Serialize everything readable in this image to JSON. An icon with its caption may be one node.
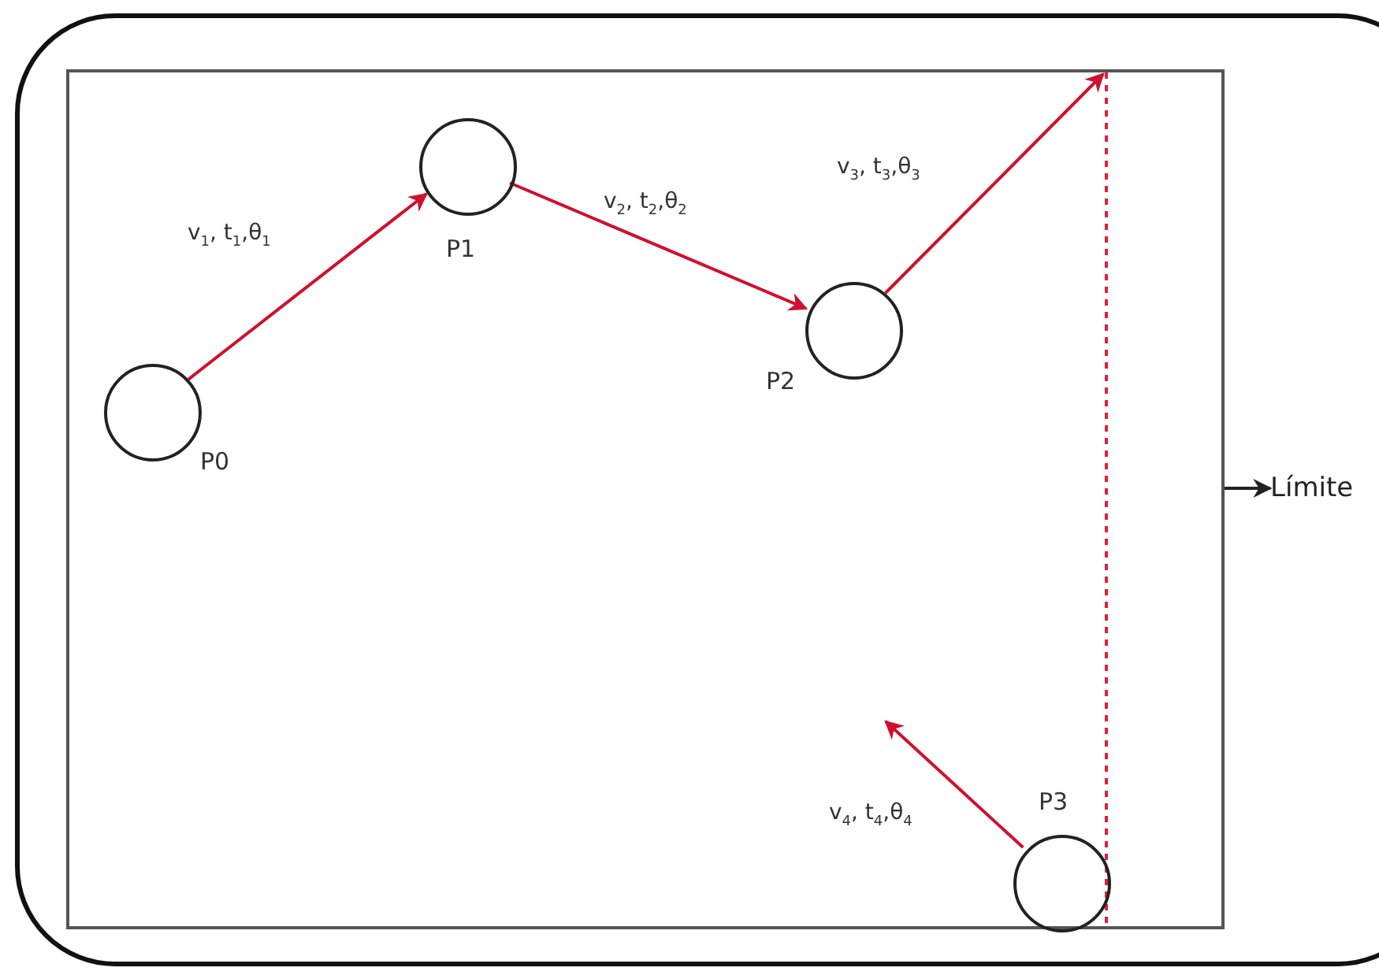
{
  "diagram": {
    "nodes": [
      {
        "text": [],
        "shape": "box"
      },
      {
        "text": [
          "P0"
        ],
        "in": 0
      },
      {
        "text": [
          "P1"
        ],
        "in": 0
      },
      {
        "text": [
          "P2"
        ],
        "in": 0
      },
      {
        "text": [
          "P3"
        ],
        "in": 0
      },
      {
        "text": [
          "Límite"
        ]
      }
    ],
    "edges": [
      {
        "from": 1,
        "to": 2,
        "arrow": "to",
        "label": "v$_{1}$, t$_{1}$,θ$_{1}$"
      },
      {
        "from": 2,
        "to": 3,
        "arrow": "to",
        "label": "v$_{2}$, t$_{2}$,θ$_{2}$"
      },
      {
        "from": 3,
        "to": null,
        "arrow": "to",
        "label": "v$_{3}$, t$_{3}$,θ$_{3}$"
      },
      {
        "from": 4,
        "to": null,
        "arrow": "to",
        "label": "v$_{4}$, t$_{4}$,θ$_{4}$"
      },
      {
        "from": 0,
        "to": 5,
        "arrow": "to",
        "color": "#222222"
      }
    ]
  }
}
